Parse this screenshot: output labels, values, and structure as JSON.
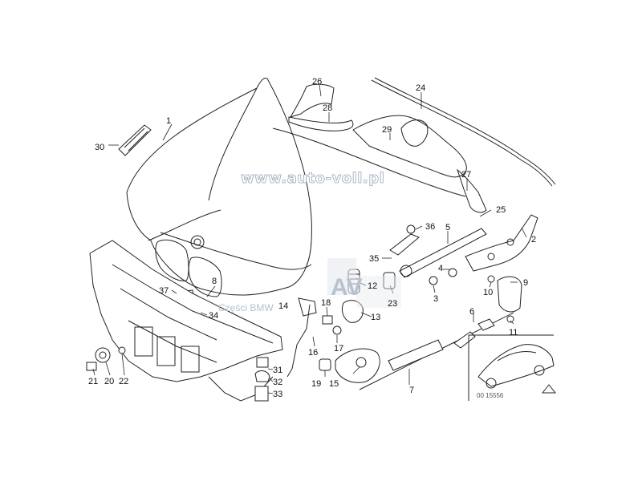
{
  "watermark": {
    "site": "www.auto-voll.pl",
    "brand": "Części BMW",
    "logo_letters": "AV"
  },
  "reference_code": "00 15556",
  "callouts": {
    "c1": "1",
    "c2": "2",
    "c3": "3",
    "c4": "4",
    "c5": "5",
    "c6": "6",
    "c7": "7",
    "c8": "8",
    "c9": "9",
    "c10": "10",
    "c11": "11",
    "c12": "12",
    "c13": "13",
    "c14": "14",
    "c15": "15",
    "c16": "16",
    "c17": "17",
    "c18": "18",
    "c19": "19",
    "c20": "20",
    "c21": "21",
    "c22": "22",
    "c23": "23",
    "c24": "24",
    "c25": "25",
    "c26": "26",
    "c27": "27",
    "c28": "28",
    "c29": "29",
    "c30": "30",
    "c31": "31",
    "c32": "32",
    "c33": "33",
    "c34": "34",
    "c35": "35",
    "c36": "36",
    "c37": "37"
  }
}
